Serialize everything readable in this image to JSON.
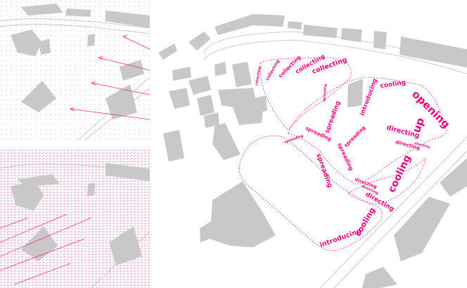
{
  "colors": {
    "accent": "#e6007e",
    "building": "#c8c8c8",
    "background": "#ffffff"
  },
  "labels": {
    "collecting": "collecting",
    "spreading": "spreading",
    "cooling": "cooling",
    "directing": "directing",
    "introducing": "introducing",
    "opening_up": "opening up",
    "opening": "opening",
    "up": "up"
  }
}
